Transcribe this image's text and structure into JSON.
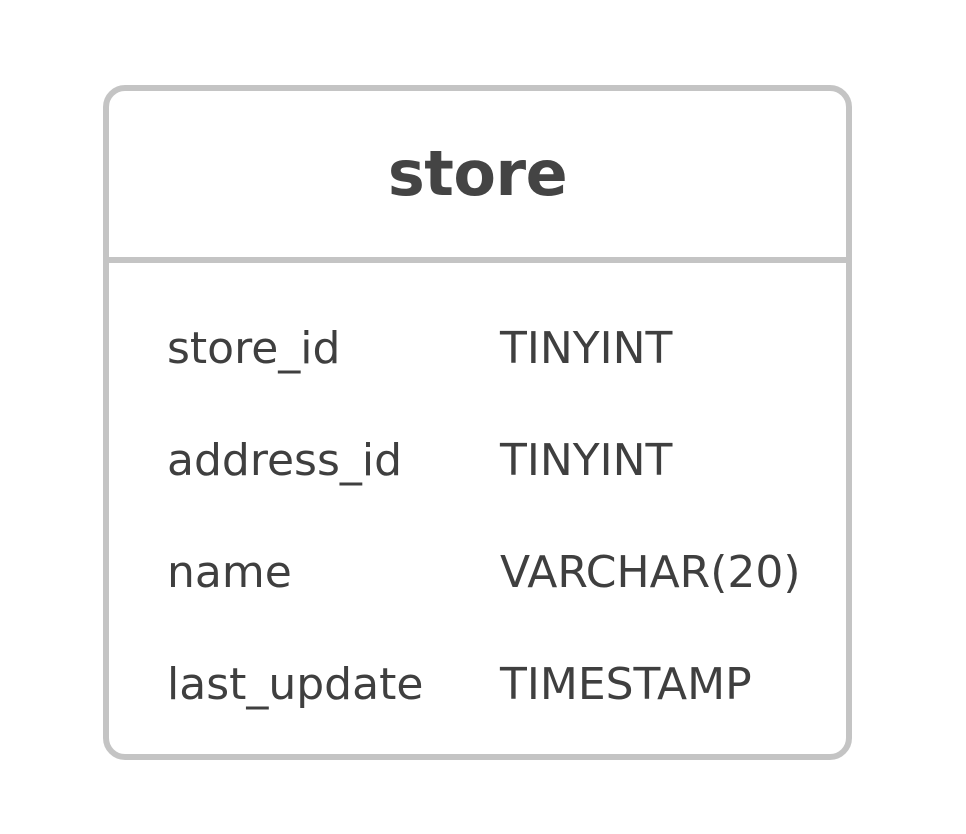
{
  "diagram": {
    "kind": "er-entity",
    "background_color": "#ffffff"
  },
  "entity": {
    "name": "store",
    "border_color": "#c4c4c4",
    "divider_color": "#c4c4c4",
    "title_color": "#444444",
    "text_color": "#3f3f3f",
    "fields": [
      {
        "name": "store_id",
        "type": "TINYINT"
      },
      {
        "name": "address_id",
        "type": "TINYINT"
      },
      {
        "name": "name",
        "type": "VARCHAR(20)"
      },
      {
        "name": "last_update",
        "type": "TIMESTAMP"
      }
    ]
  }
}
